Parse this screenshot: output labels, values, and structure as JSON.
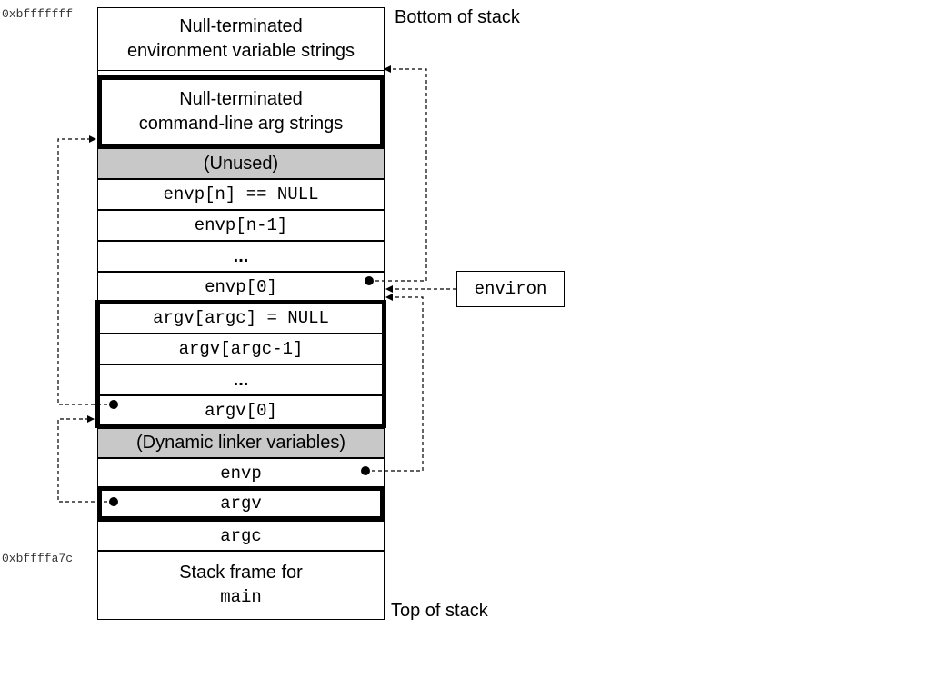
{
  "addresses": {
    "bottom": "0xbfffffff",
    "frame": "0xbffffa7c"
  },
  "labels": {
    "bottom_of_stack": "Bottom of stack",
    "top_of_stack": "Top of stack",
    "environ": "environ"
  },
  "stack": {
    "env_strings_line1": "Null-terminated",
    "env_strings_line2": "environment variable strings",
    "arg_strings_line1": "Null-terminated",
    "arg_strings_line2": "command-line arg strings",
    "unused": "(Unused)",
    "envp_n": "envp[n] == NULL",
    "envp_n1": "envp[n-1]",
    "envp_dots": "...",
    "envp_0": "envp[0]",
    "argv_argc": "argv[argc] = NULL",
    "argv_argc1": "argv[argc-1]",
    "argv_dots": "...",
    "argv_0": "argv[0]",
    "dyn_linker": "(Dynamic linker variables)",
    "envp": "envp",
    "argv": "argv",
    "argc": "argc",
    "frame_line1": "Stack frame for",
    "frame_line2": "main"
  }
}
